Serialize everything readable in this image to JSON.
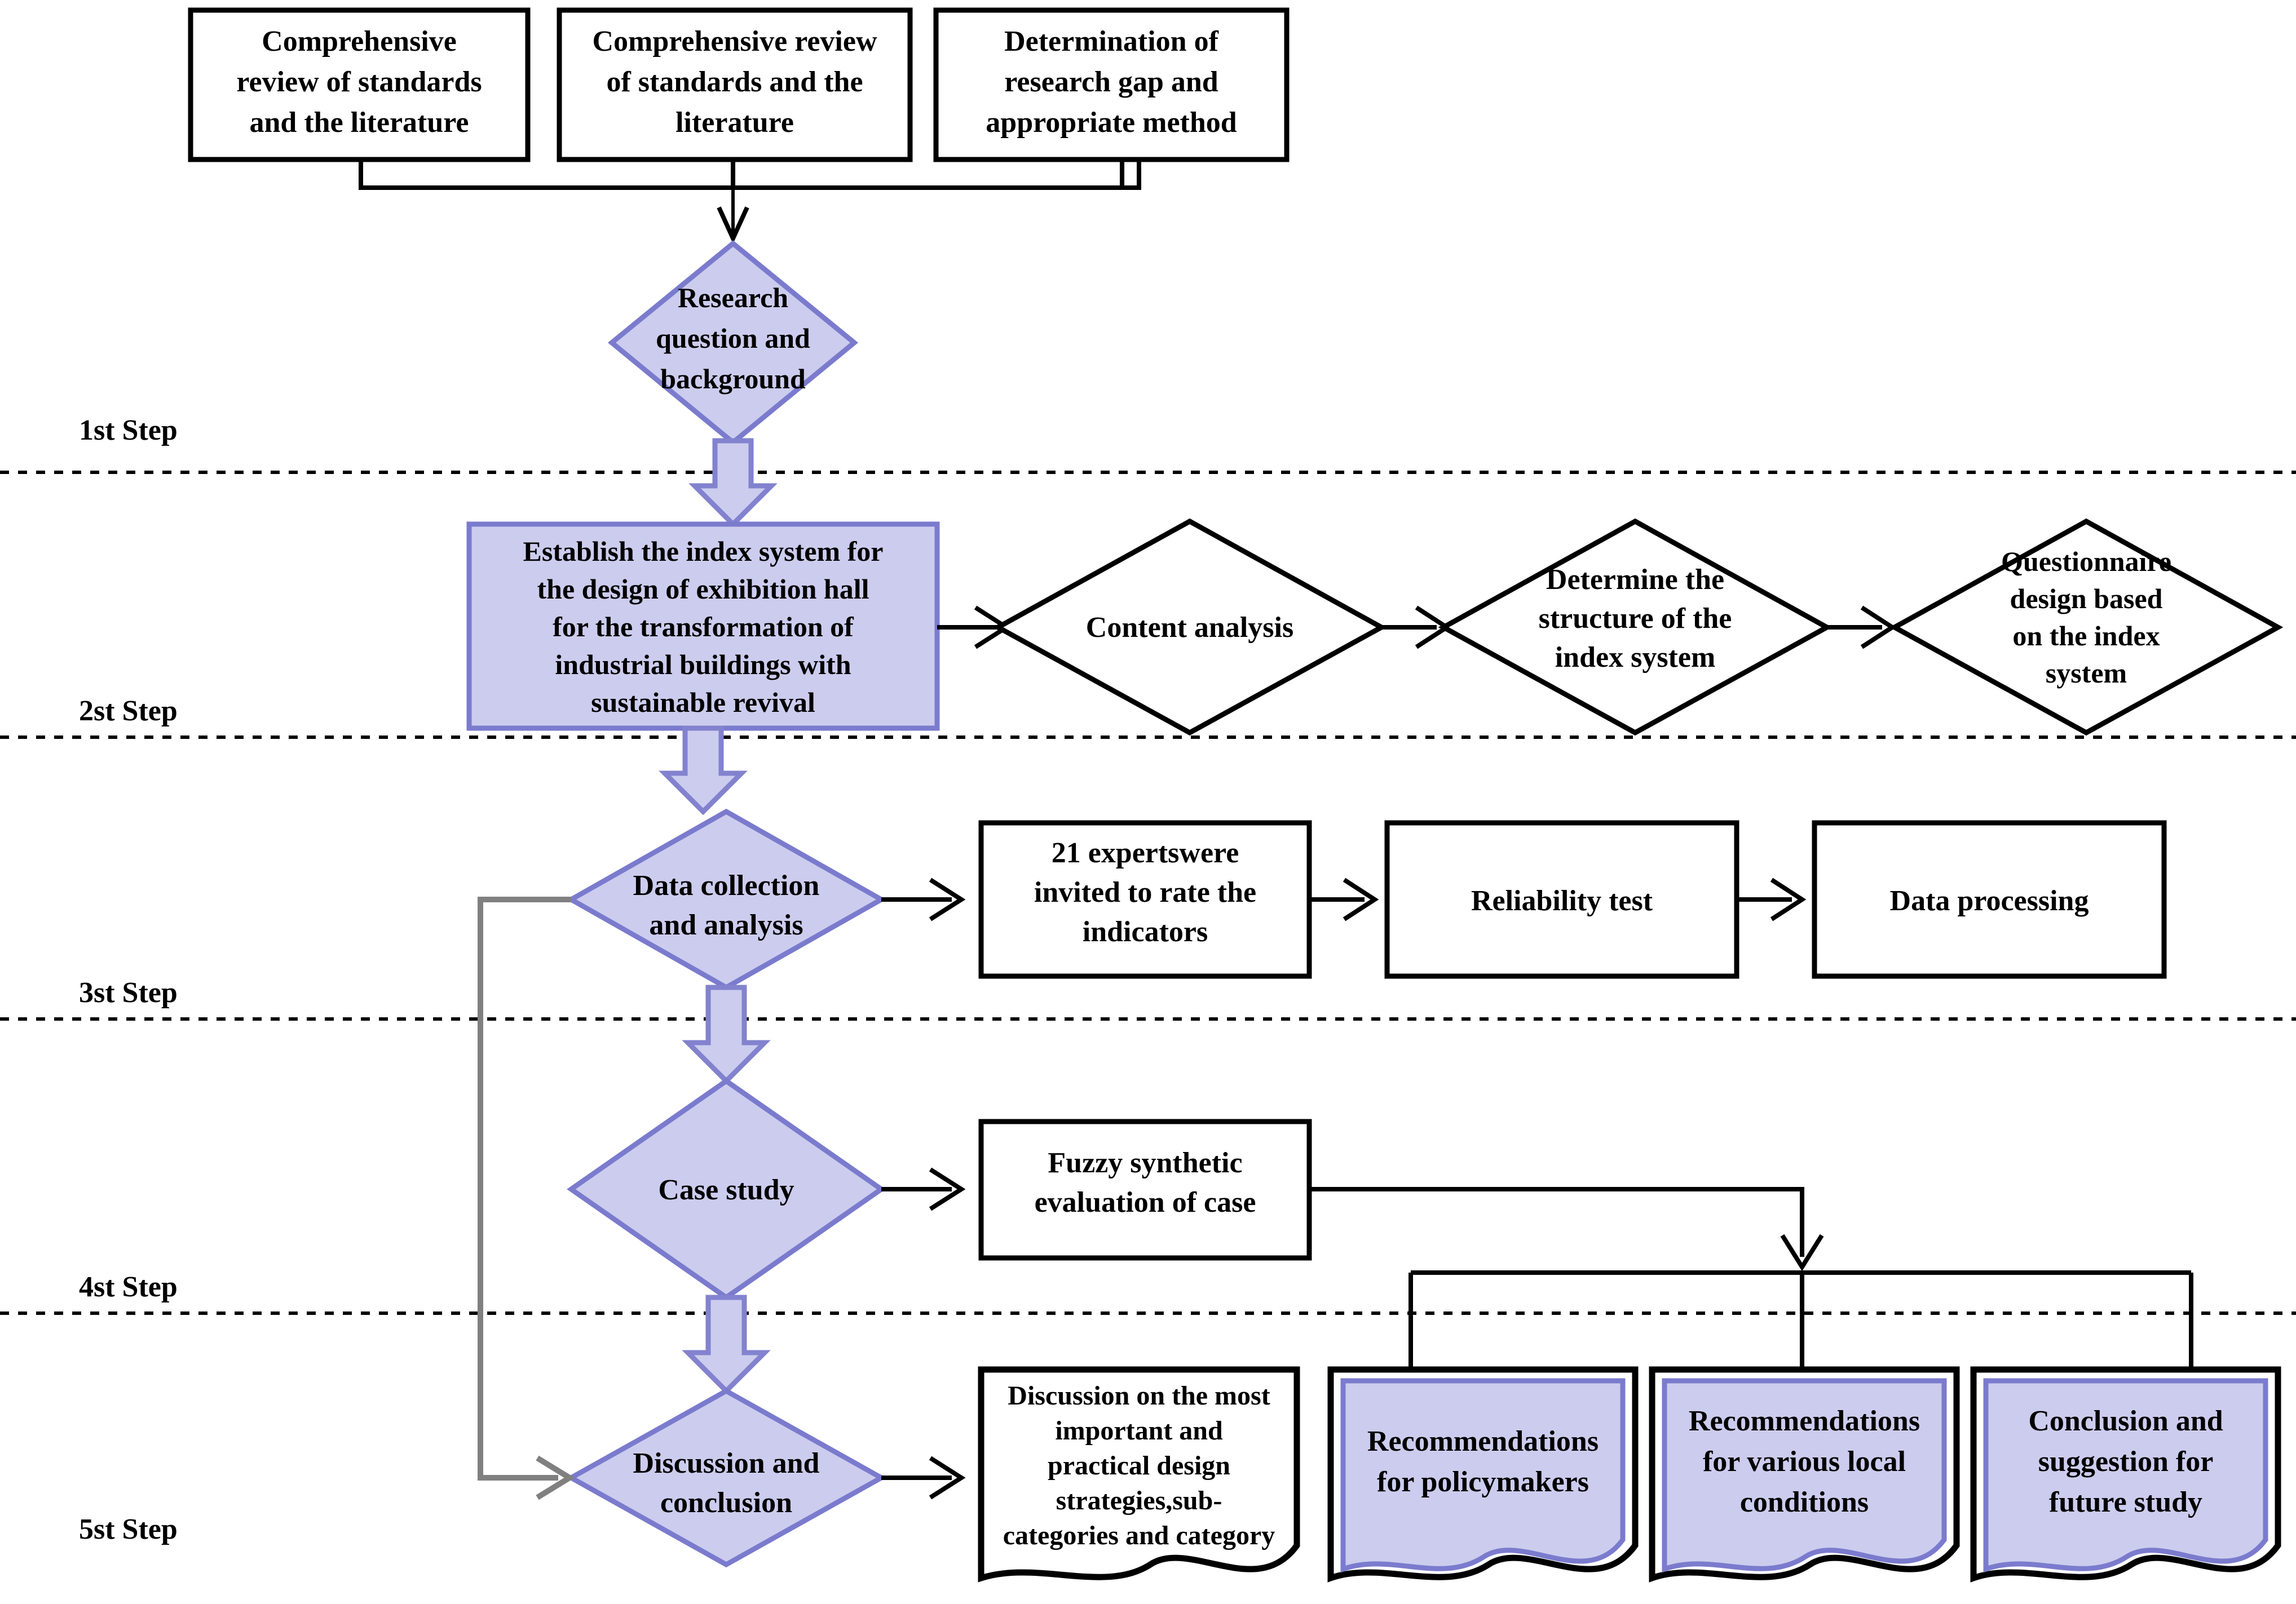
{
  "diagram": {
    "title": "Research methodology flowchart",
    "colors": {
      "accent_fill": "#ccccee",
      "accent_stroke": "#7b7bce",
      "line": "#000000",
      "feedback_line": "#808080",
      "background": "#ffffff"
    },
    "step_labels": [
      {
        "id": "step1",
        "text": "1st Step"
      },
      {
        "id": "step2",
        "text": "2st Step"
      },
      {
        "id": "step3",
        "text": "3st Step"
      },
      {
        "id": "step4",
        "text": "4st Step"
      },
      {
        "id": "step5",
        "text": "5st Step"
      }
    ],
    "nodes": {
      "top_box_1": {
        "shape": "rectangle",
        "lines": [
          "Comprehensive",
          "review of standards",
          "and the literature"
        ]
      },
      "top_box_2": {
        "shape": "rectangle",
        "lines": [
          "Comprehensive review",
          "of standards and  the",
          "literature"
        ]
      },
      "top_box_3": {
        "shape": "rectangle",
        "lines": [
          "Determination of",
          "research gap and",
          "appropriate method"
        ]
      },
      "research_question": {
        "shape": "diamond",
        "filled": true,
        "lines": [
          "Research",
          "question and",
          "background"
        ]
      },
      "index_system": {
        "shape": "rectangle",
        "filled": true,
        "lines": [
          "Establish the index system for",
          "the design of exhibition hall",
          "for the transformation of",
          "industrial buildings with",
          "sustainable revival"
        ]
      },
      "content_analysis": {
        "shape": "diamond",
        "filled": false,
        "lines": [
          "Content analysis"
        ]
      },
      "determine_structure": {
        "shape": "diamond",
        "filled": false,
        "lines": [
          "Determine the",
          "structure of the",
          "index system"
        ]
      },
      "questionnaire_design": {
        "shape": "diamond",
        "filled": false,
        "lines": [
          "Questionnaire",
          "design based",
          "on the index",
          "system"
        ]
      },
      "data_collection": {
        "shape": "diamond",
        "filled": true,
        "lines": [
          "Data collection",
          "and analysis"
        ]
      },
      "experts_rate": {
        "shape": "rectangle",
        "filled": false,
        "lines": [
          "21 expertswere",
          "invited to rate the",
          "indicators"
        ]
      },
      "reliability_test": {
        "shape": "rectangle",
        "filled": false,
        "lines": [
          "Reliability test"
        ]
      },
      "data_processing": {
        "shape": "rectangle",
        "filled": false,
        "lines": [
          "Data processing"
        ]
      },
      "case_study": {
        "shape": "diamond",
        "filled": true,
        "lines": [
          "Case study"
        ]
      },
      "fuzzy_evaluation": {
        "shape": "rectangle",
        "filled": false,
        "lines": [
          "Fuzzy synthetic",
          "evaluation of case"
        ]
      },
      "discussion_conclusion": {
        "shape": "diamond",
        "filled": true,
        "lines": [
          "Discussion and",
          "conclusion"
        ]
      },
      "discussion_strategies": {
        "shape": "document",
        "filled": false,
        "lines": [
          "Discussion on the most",
          "important and",
          "practical design",
          "strategies,sub-",
          "categories and category"
        ]
      },
      "rec_policymakers": {
        "shape": "document",
        "filled": true,
        "lines": [
          "Recommendations",
          "for policymakers"
        ]
      },
      "rec_local": {
        "shape": "document",
        "filled": true,
        "lines": [
          "Recommendations",
          "for various local",
          "conditions"
        ]
      },
      "conclusion_future": {
        "shape": "document",
        "filled": true,
        "lines": [
          "Conclusion and",
          "suggestion for",
          "future study"
        ]
      }
    }
  }
}
